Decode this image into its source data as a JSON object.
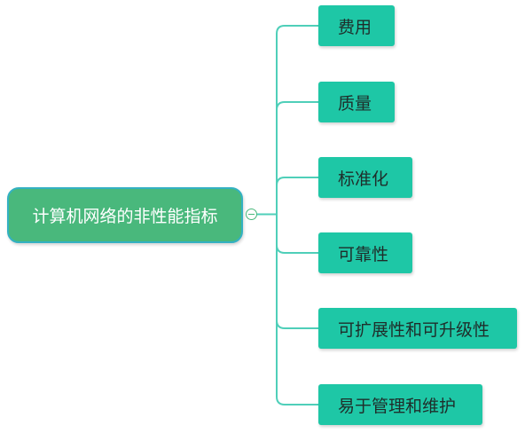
{
  "root": {
    "label": "计算机网络的非性能指标"
  },
  "children": [
    {
      "label": "费用"
    },
    {
      "label": "质量"
    },
    {
      "label": "标准化"
    },
    {
      "label": "可靠性"
    },
    {
      "label": "可扩展性和可升级性"
    },
    {
      "label": "易于管理和维护"
    }
  ],
  "colors": {
    "root_fill": "#49b87c",
    "root_border": "#33b1c2",
    "child_fill": "#1ec7a6",
    "connector": "#4fcfb9"
  }
}
